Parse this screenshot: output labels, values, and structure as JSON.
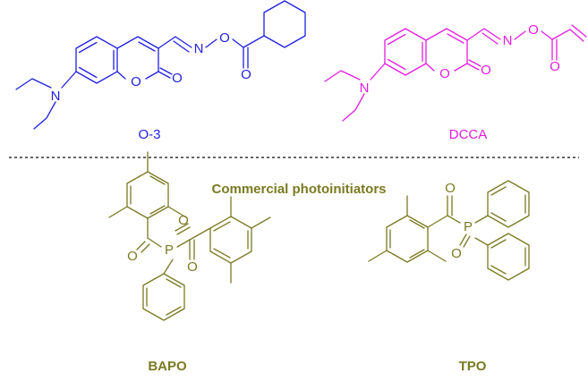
{
  "colors": {
    "o3": "#1f1fe0",
    "dcca": "#e31ce0",
    "commercial": "#7a7a22",
    "divider": "#333333"
  },
  "atoms": {
    "N": "N",
    "O": "O",
    "P": "P"
  },
  "labels": {
    "o3": "O-3",
    "dcca": "DCCA",
    "section": "Commercial photoinitiators",
    "bapo": "BAPO",
    "tpo": "TPO"
  }
}
